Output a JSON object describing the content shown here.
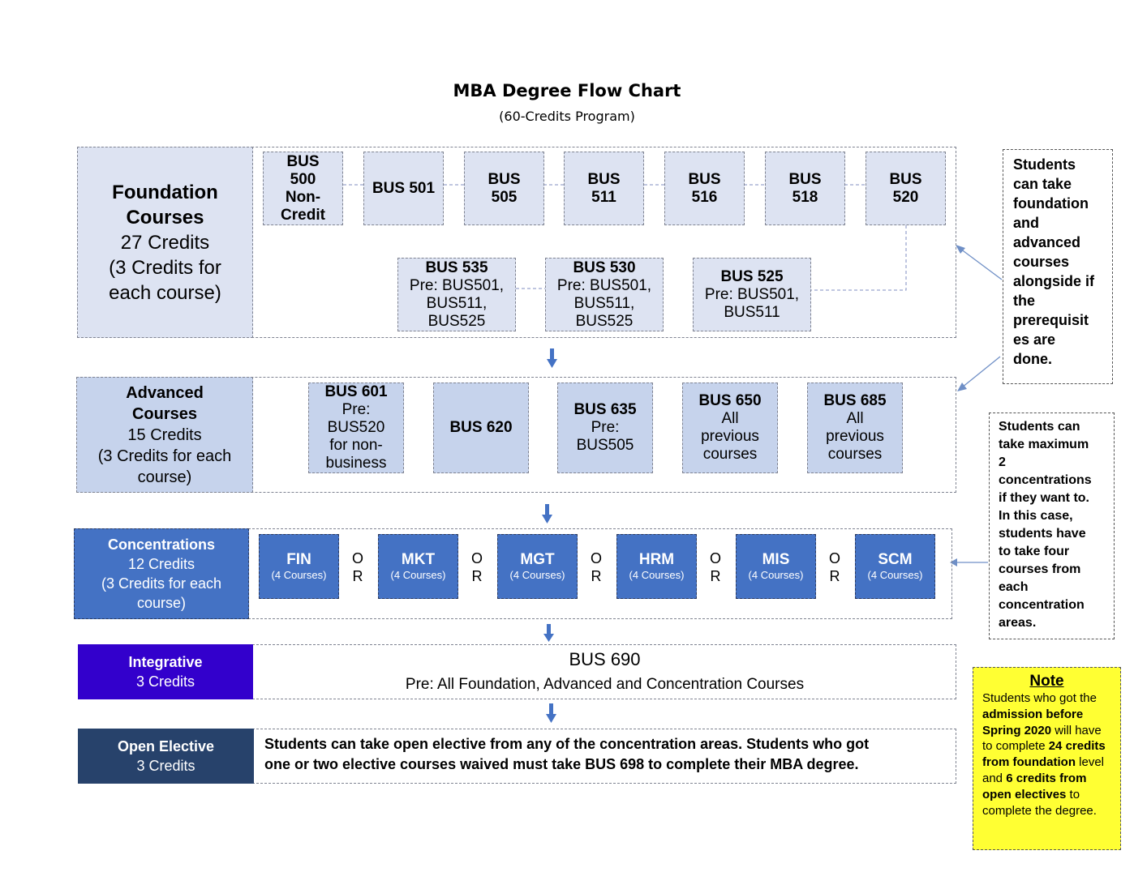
{
  "header": {
    "title": "MBA Degree Flow Chart",
    "subtitle": "(60-Credits Program)"
  },
  "foundation": {
    "label_lines": [
      "Foundation",
      "Courses",
      "27 Credits",
      "(3 Credits for",
      "each course)"
    ],
    "row1": [
      {
        "lines": [
          "BUS",
          "500",
          "Non-",
          "Credit"
        ]
      },
      {
        "lines": [
          "BUS 501"
        ]
      },
      {
        "lines": [
          "BUS",
          "505"
        ]
      },
      {
        "lines": [
          "BUS",
          "511"
        ]
      },
      {
        "lines": [
          "BUS",
          "516"
        ]
      },
      {
        "lines": [
          "BUS",
          "518"
        ]
      },
      {
        "lines": [
          "BUS",
          "520"
        ]
      }
    ],
    "row2": [
      {
        "code": "BUS 535",
        "pre_lines": [
          "Pre: BUS501,",
          "BUS511,",
          "BUS525"
        ]
      },
      {
        "code": "BUS 530",
        "pre_lines": [
          "Pre: BUS501,",
          "BUS511,",
          "BUS525"
        ]
      },
      {
        "code": "BUS 525",
        "pre_lines": [
          "Pre: BUS501,",
          "BUS511"
        ]
      }
    ]
  },
  "advanced": {
    "label_lines": [
      "Advanced",
      "Courses",
      "15 Credits",
      "(3 Credits for each",
      "course)"
    ],
    "courses": [
      {
        "code": "BUS 601",
        "pre_lines": [
          "Pre:",
          "BUS520",
          "for non-",
          "business"
        ]
      },
      {
        "code": "BUS 620",
        "pre_lines": []
      },
      {
        "code": "BUS 635",
        "pre_lines": [
          "Pre:",
          "BUS505"
        ]
      },
      {
        "code": "BUS 650",
        "pre_lines": [
          "All",
          "previous",
          "courses"
        ]
      },
      {
        "code": "BUS 685",
        "pre_lines": [
          "All",
          "previous",
          "courses"
        ]
      }
    ]
  },
  "concentrations": {
    "label_lines": [
      "Concentrations",
      "12 Credits",
      "(3 Credits for each",
      "course)"
    ],
    "items": [
      {
        "code": "FIN",
        "sub": "(4 Courses)"
      },
      {
        "code": "MKT",
        "sub": "(4 Courses)"
      },
      {
        "code": "MGT",
        "sub": "(4 Courses)"
      },
      {
        "code": "HRM",
        "sub": "(4 Courses)"
      },
      {
        "code": "MIS",
        "sub": "(4 Courses)"
      },
      {
        "code": "SCM",
        "sub": "(4 Courses)"
      }
    ],
    "or_top": "O",
    "or_bottom": "R"
  },
  "integrative": {
    "label_lines": [
      "Integrative",
      "3 Credits"
    ],
    "course": "BUS 690",
    "pre": "Pre: All Foundation, Advanced and Concentration Courses"
  },
  "elective": {
    "label_lines": [
      "Open Elective",
      "3 Credits"
    ],
    "text_lines": [
      "Students can take open elective from any of the concentration areas. Students who got",
      "one or two elective courses waived must take BUS 698 to complete their MBA degree."
    ]
  },
  "side_notes": {
    "foundation_note_lines": [
      "Students",
      "can take",
      "foundation",
      "and",
      "advanced",
      "courses",
      "alongside if",
      "the",
      "prerequisit",
      "es are",
      "done."
    ],
    "concentration_note_lines": [
      "Students can",
      "take maximum",
      "2",
      "concentrations",
      "if they want to.",
      "In this case,",
      "students have",
      "to take four",
      "courses from",
      "each",
      "concentration",
      "areas."
    ]
  },
  "yellow_note": {
    "heading": "Note",
    "segments": [
      {
        "t": "Students who got the ",
        "b": false
      },
      {
        "t": "admission before Spring 2020",
        "b": true
      },
      {
        "t": " will have to complete ",
        "b": false
      },
      {
        "t": "24 credits from foundation",
        "b": true
      },
      {
        "t": " level and ",
        "b": false
      },
      {
        "t": "6 credits from open electives",
        "b": true
      },
      {
        "t": " to complete the degree.",
        "b": false
      }
    ]
  },
  "colors": {
    "foundation_bg": "#dde3f2",
    "advanced_bg": "#c6d3ec",
    "concentration_bg": "#4472c4",
    "integrative_bg": "#3300cc",
    "elective_bg": "#27426b",
    "note_bg": "#ffff33",
    "arrow": "#4472c4"
  }
}
